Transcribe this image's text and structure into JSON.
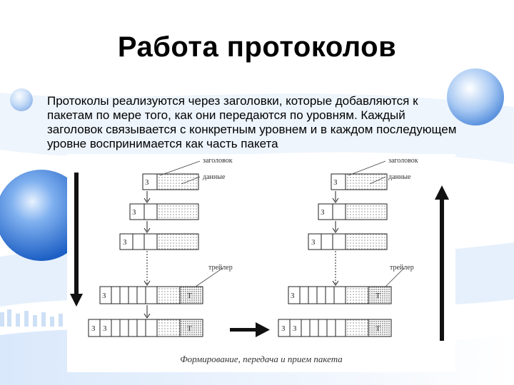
{
  "slide": {
    "title": "Работа протоколов",
    "body": "Протоколы реализуются через заголовки, которые добавляются к пакетам по мере того, как они передаются по уровням. Каждый заголовок связывается с конкретным уровнем и в каждом последующем уровне воспринимается как часть пакета"
  },
  "figure": {
    "caption": "Формирование, передача и прием пакета",
    "label_header": "заголовок",
    "label_data": "данные",
    "label_trailer": "трейлер",
    "header_mark": "З",
    "trailer_mark": "Т"
  }
}
